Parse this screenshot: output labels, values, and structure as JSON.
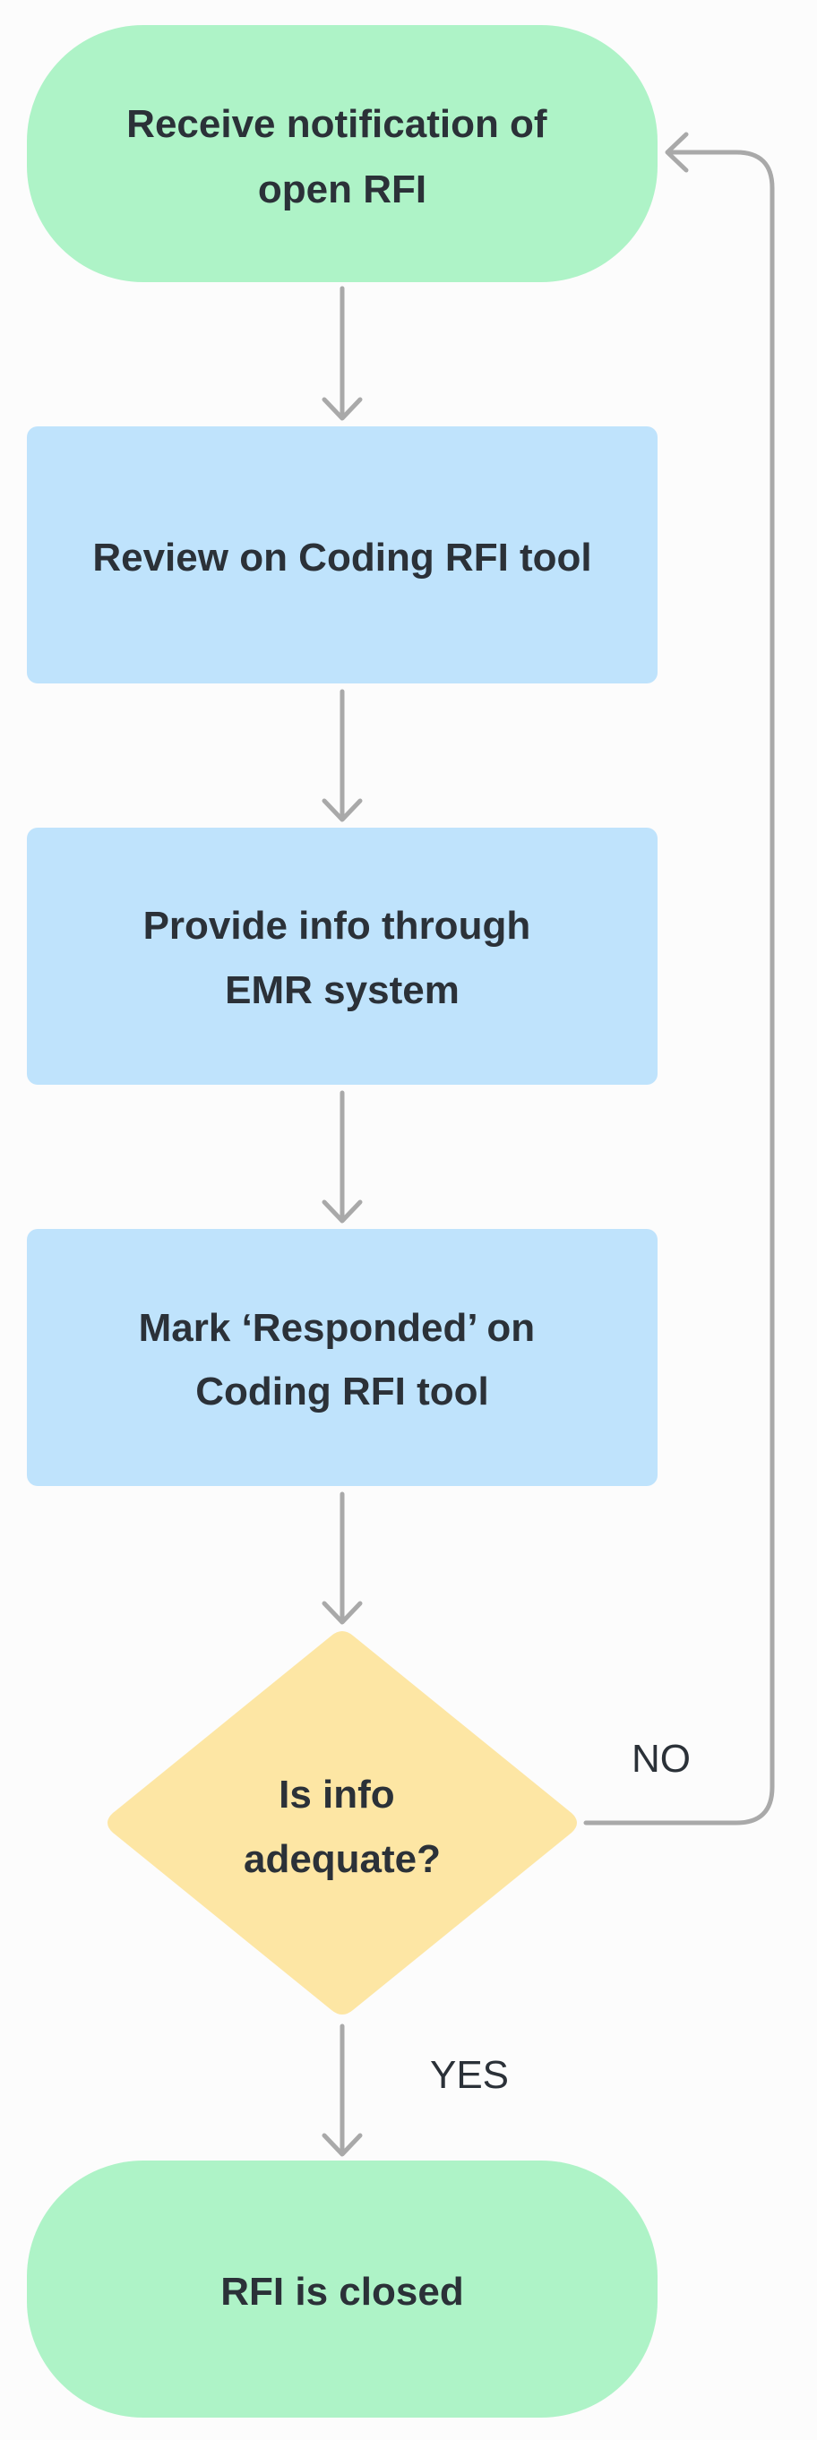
{
  "diagram": {
    "nodes": [
      {
        "id": "receive",
        "shape": "terminal",
        "lines": [
          "Receive notification of",
          "open RFI"
        ],
        "fill": "#aef3c7"
      },
      {
        "id": "review",
        "shape": "process",
        "lines": [
          "Review on Coding RFI tool"
        ],
        "fill": "#bfe3fc"
      },
      {
        "id": "provide",
        "shape": "process",
        "lines": [
          "Provide info through",
          "EMR system"
        ],
        "fill": "#bfe3fc"
      },
      {
        "id": "mark",
        "shape": "process",
        "lines": [
          "Mark ‘Responded’ on",
          "Coding RFI tool"
        ],
        "fill": "#bfe3fc"
      },
      {
        "id": "decision",
        "shape": "decision",
        "lines": [
          "Is info",
          "adequate?"
        ],
        "fill": "#fde6a4"
      },
      {
        "id": "closed",
        "shape": "terminal",
        "lines": [
          "RFI is closed"
        ],
        "fill": "#aef3c7"
      }
    ],
    "edges": [
      {
        "from": "receive",
        "to": "review",
        "label": ""
      },
      {
        "from": "review",
        "to": "provide",
        "label": ""
      },
      {
        "from": "provide",
        "to": "mark",
        "label": ""
      },
      {
        "from": "mark",
        "to": "decision",
        "label": ""
      },
      {
        "from": "decision",
        "to": "receive",
        "label": "NO"
      },
      {
        "from": "decision",
        "to": "closed",
        "label": "YES"
      }
    ],
    "edge_color": "#a9a9a9",
    "text_color": "#2b3138"
  }
}
